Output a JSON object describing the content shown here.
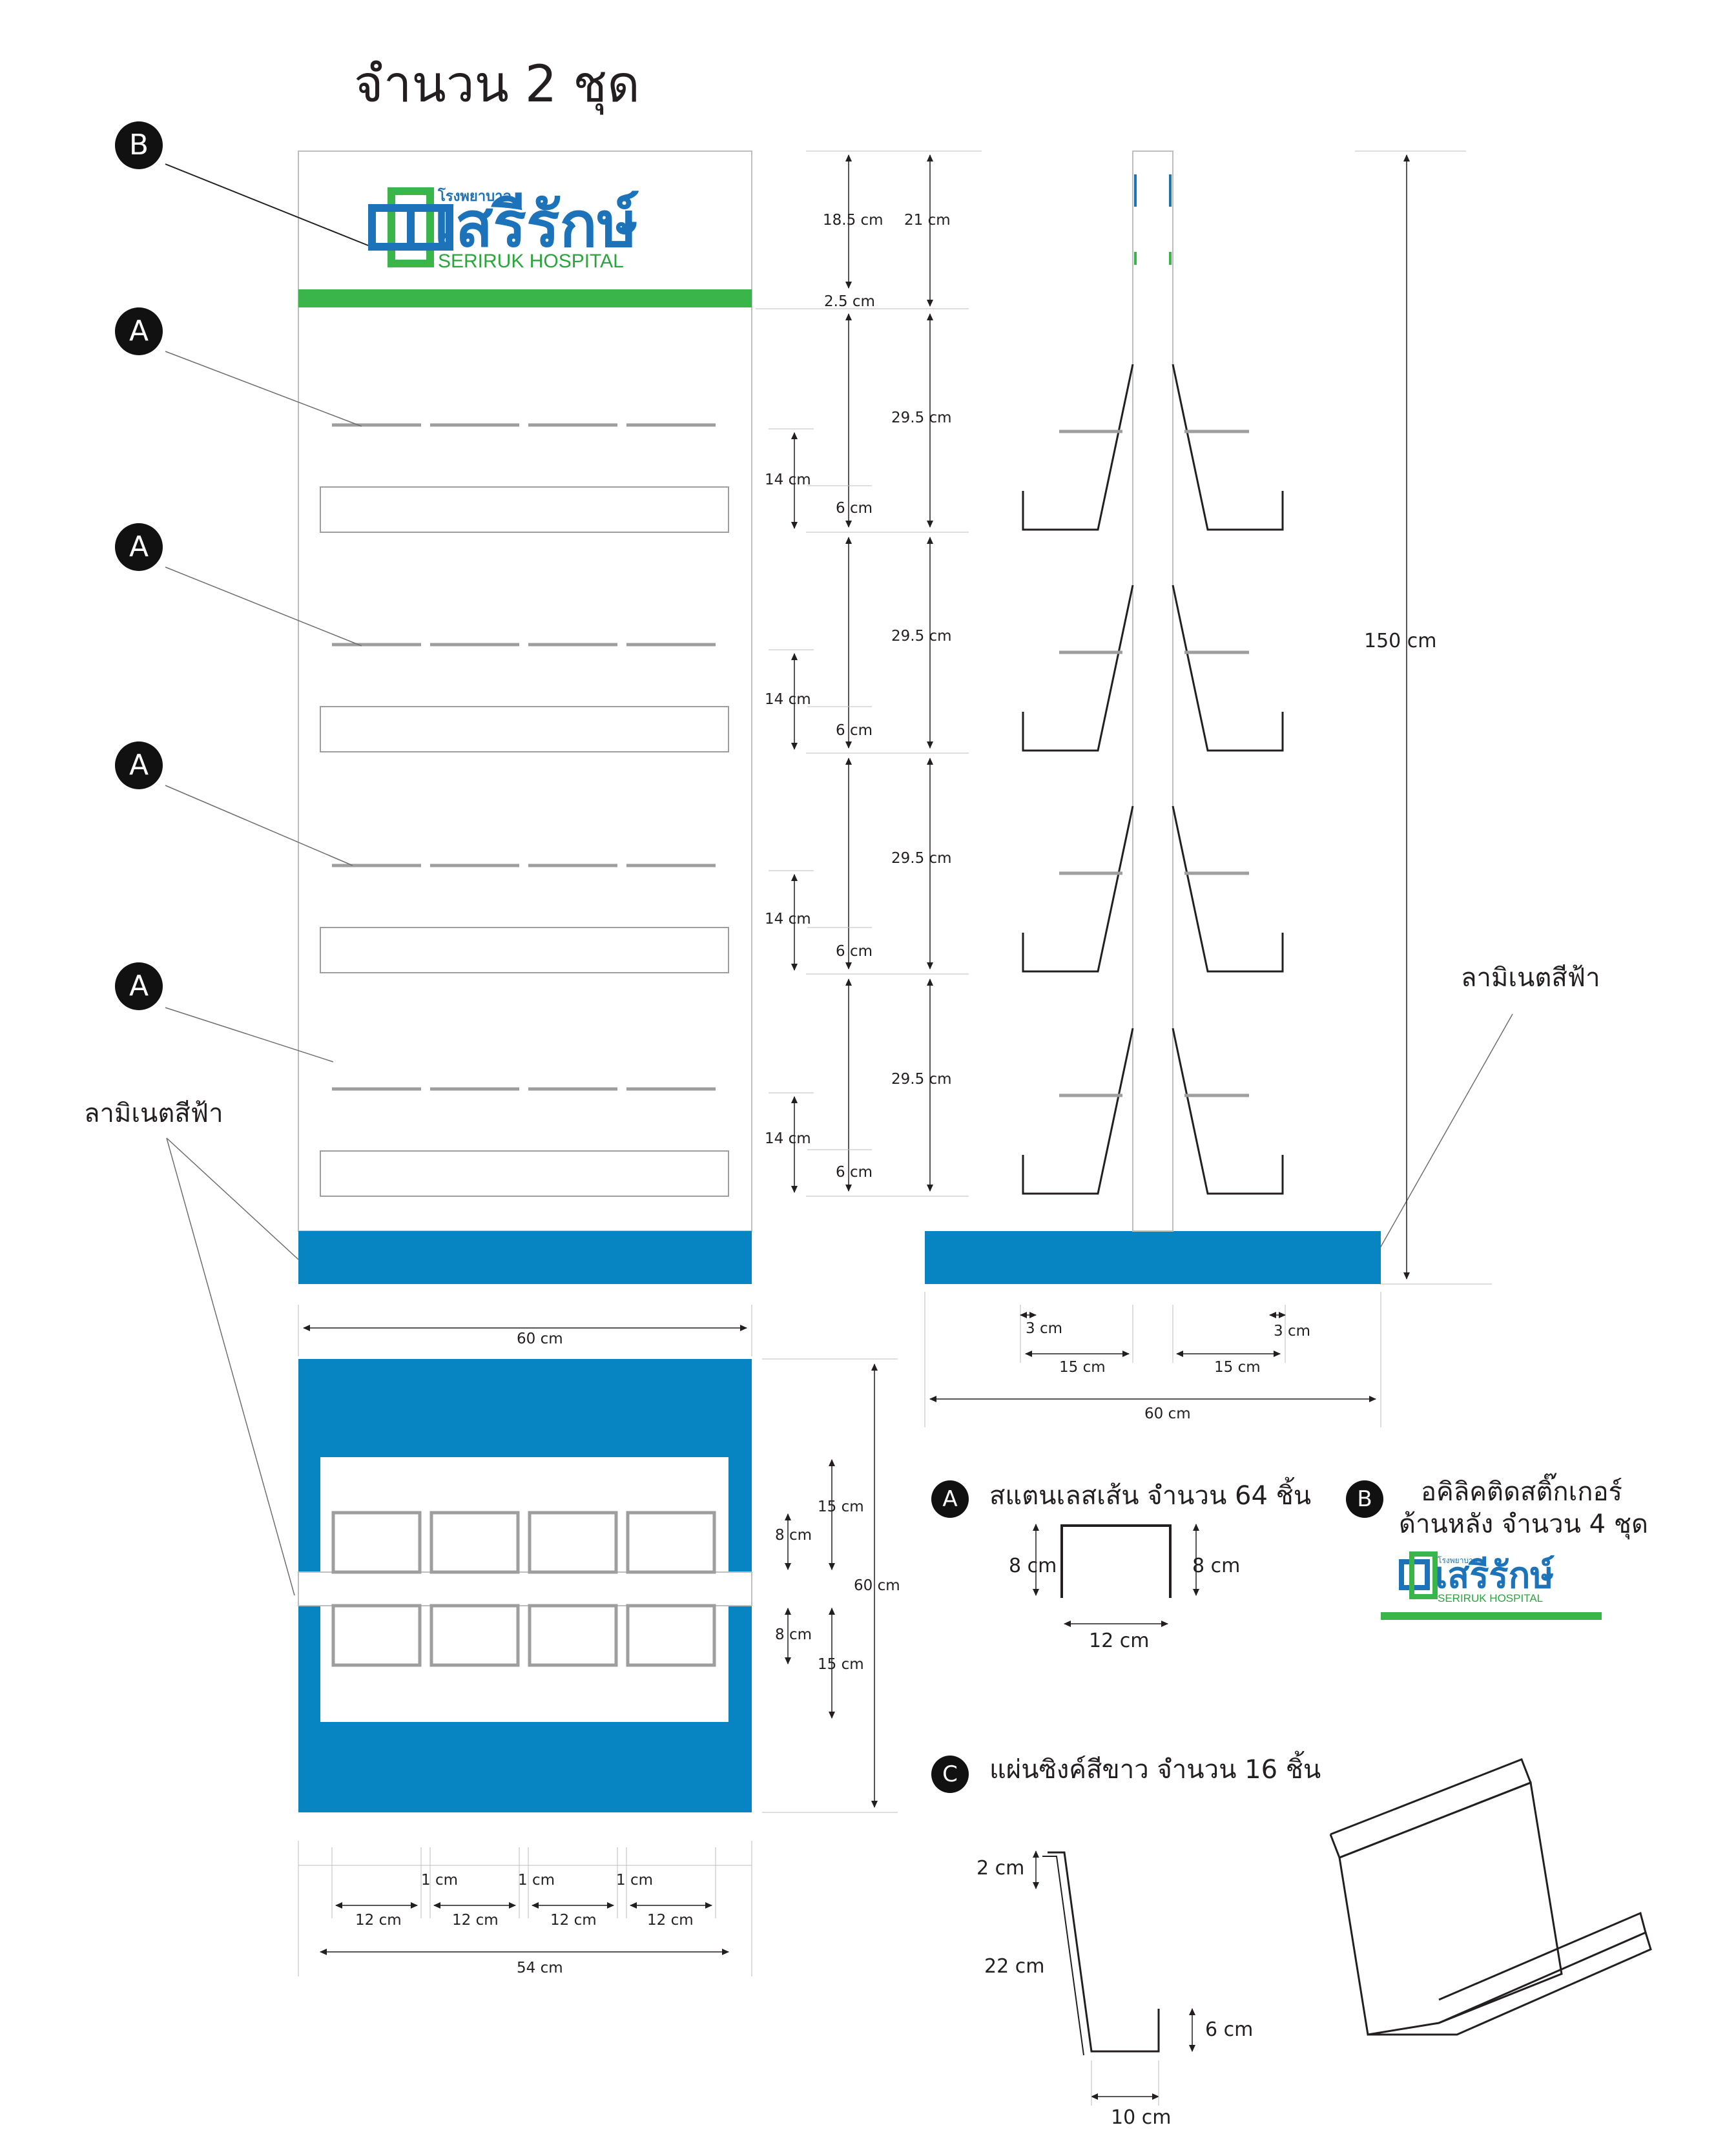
{
  "title": "จำนวน 2 ชุด",
  "colors": {
    "blue": "#0685c2",
    "green": "#39b54a",
    "logo_blue": "#1c73b9",
    "line_gray": "#9e9e9e",
    "outline": "#231f20"
  },
  "callouts": {
    "b_label": "B",
    "a_label": "A"
  },
  "logo": {
    "small_text": "โรงพยาบาล",
    "thai_name": "เสรีรักษ์",
    "english_name": "SERIRUK HOSPITAL",
    "icon": "cross-square-icon"
  },
  "laminate_label": "ลามิเนตสีฟ้า",
  "front_dims": {
    "d_18_5": "18.5 cm",
    "d_21": "21 cm",
    "d_2_5": "2.5 cm",
    "d_29_5": "29.5 cm",
    "d_14": "14 cm",
    "d_6": "6 cm",
    "d_60_width": "60 cm"
  },
  "side_dims": {
    "total_height": "150 cm",
    "d_3": "3 cm",
    "d_15": "15 cm",
    "d_60": "60 cm"
  },
  "top_view_dims": {
    "d_15": "15 cm",
    "d_8": "8 cm",
    "d_60": "60 cm",
    "d_1": "1 cm",
    "d_12": "12 cm",
    "d_54": "54 cm"
  },
  "part_a": {
    "label": "A",
    "text": "สแตนเลสเส้น จำนวน 64 ชิ้น",
    "height_left": "8 cm",
    "height_right": "8 cm",
    "width": "12 cm"
  },
  "part_b": {
    "label": "B",
    "line1": "อคิลิคติดสติ๊กเกอร์",
    "line2": "ด้านหลัง จำนวน 4 ชุด"
  },
  "part_c": {
    "label": "C",
    "text": "แผ่นซิงค์สีขาว จำนวน 16 ชิ้น",
    "d_2": "2 cm",
    "d_22": "22 cm",
    "d_6": "6 cm",
    "d_10": "10 cm"
  }
}
